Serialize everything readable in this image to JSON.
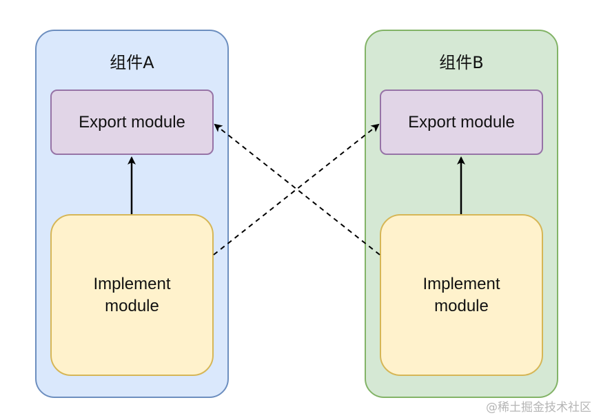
{
  "component_a": {
    "title": "组件A",
    "export_label": "Export module",
    "implement_label": "Implement\nmodule"
  },
  "component_b": {
    "title": "组件B",
    "export_label": "Export module",
    "implement_label": "Implement\nmodule"
  },
  "watermark": "@稀土掘金技术社区",
  "colors": {
    "container_a_fill": "#dae8fc",
    "container_a_stroke": "#6c8ebf",
    "container_b_fill": "#d5e8d4",
    "container_b_stroke": "#82b366",
    "export_fill": "#e1d5e7",
    "export_stroke": "#9673a6",
    "implement_fill": "#fff2cc",
    "implement_stroke": "#d6b656"
  }
}
